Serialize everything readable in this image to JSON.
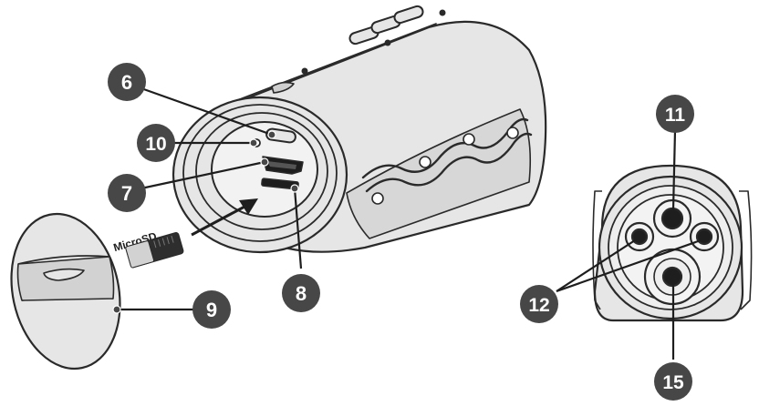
{
  "callouts": {
    "c6": "6",
    "c10": "10",
    "c7": "7",
    "c8": "8",
    "c9": "9",
    "c11": "11",
    "c12": "12",
    "c15": "15"
  },
  "microsd_label": "MicroSD",
  "colors": {
    "badge_fill": "#474747",
    "badge_text": "#ffffff",
    "outline": "#2a2a2a",
    "body_fill": "#e6e6e6",
    "shade_fill": "#cfcfcf",
    "dark_fill": "#1e1e1e"
  }
}
